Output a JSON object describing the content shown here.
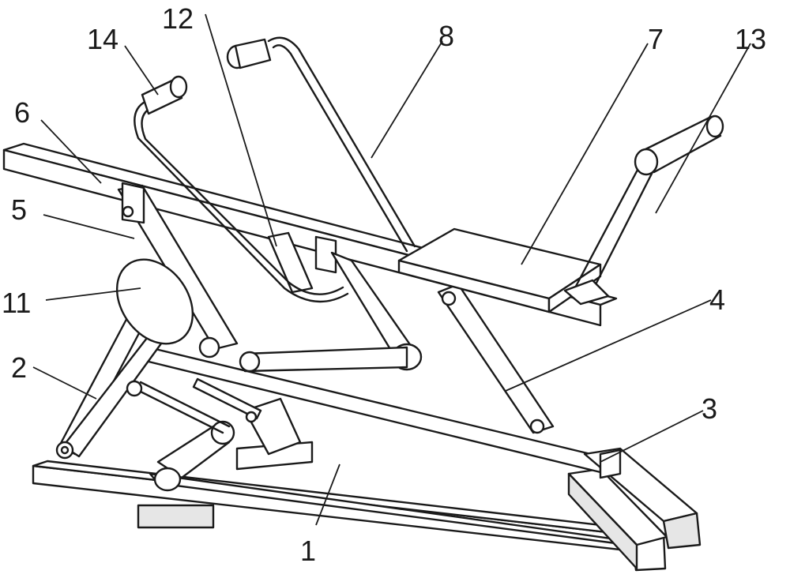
{
  "diagram": {
    "labels": {
      "l1": "1",
      "l2": "2",
      "l3": "3",
      "l4": "4",
      "l5": "5",
      "l6": "6",
      "l7": "7",
      "l8": "8",
      "l11": "11",
      "l12": "12",
      "l13": "13",
      "l14": "14"
    }
  }
}
